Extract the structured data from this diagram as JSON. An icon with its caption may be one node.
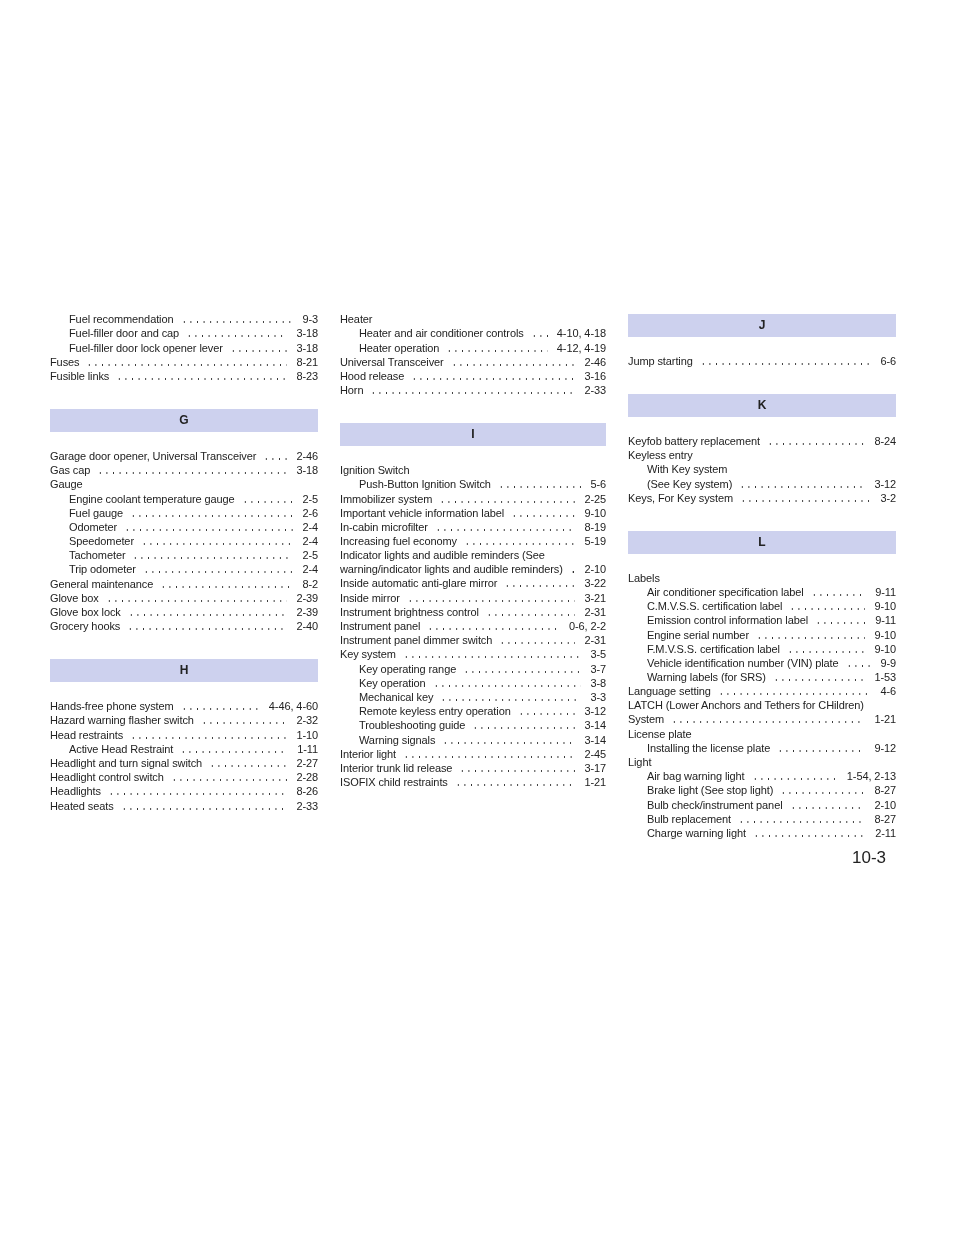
{
  "diagram": {
    "nodes": [
      {
        "text": [
          "G"
        ]
      },
      {
        "text": [
          "H"
        ]
      },
      {
        "text": [
          "I"
        ]
      },
      {
        "text": [
          "J"
        ]
      },
      {
        "text": [
          "K"
        ]
      },
      {
        "text": [
          "L"
        ]
      }
    ],
    "labels": [
      "Fuel recommendation",
      "9-3",
      "Fuel-filler door and cap",
      "3-18",
      "Fuel-filler door lock opener lever",
      "3-18",
      "Fuses",
      "8-21",
      "Fusible links",
      "8-23",
      "Garage door opener, Universal Transceiver",
      "2-46",
      "Gas cap",
      "3-18",
      "Gauge",
      "Engine coolant temperature gauge",
      "2-5",
      "Fuel gauge",
      "2-6",
      "Odometer",
      "2-4",
      "Speedometer",
      "2-4",
      "Tachometer",
      "2-5",
      "Trip odometer",
      "2-4",
      "General maintenance",
      "8-2",
      "Glove box",
      "2-39",
      "Glove box lock",
      "2-39",
      "Grocery hooks",
      "2-40",
      "Hands-free phone system",
      "4-46, 4-60",
      "Hazard warning flasher switch",
      "2-32",
      "Head restraints",
      "1-10",
      "Active Head Restraint",
      "1-11",
      "Headlight and turn signal switch",
      "2-27",
      "Headlight control switch",
      "2-28",
      "Headlights",
      "8-26",
      "Heated seats",
      "2-33",
      "Heater",
      "Heater and air conditioner controls",
      "4-10, 4-18",
      "Heater operation",
      "4-12, 4-19",
      "Universal Transceiver",
      "2-46",
      "Hood release",
      "3-16",
      "Horn",
      "2-33",
      "Ignition Switch",
      "Push-Button Ignition Switch",
      "5-6",
      "Immobilizer system",
      "2-25",
      "Important vehicle information label",
      "9-10",
      "In-cabin microfilter",
      "8-19",
      "Increasing fuel economy",
      "5-19",
      "Indicator lights and audible reminders (See warning/indicator lights and audible reminders)",
      "2-10",
      "Inside automatic anti-glare mirror",
      "3-22",
      "Inside mirror",
      "3-21",
      "Instrument brightness control",
      "2-31",
      "Instrument panel",
      "0-6, 2-2",
      "Instrument panel dimmer switch",
      "2-31",
      "Key system",
      "3-5",
      "Key operating range",
      "3-7",
      "Key operation",
      "3-8",
      "Mechanical key",
      "3-3",
      "Remote keyless entry operation",
      "3-12",
      "Troubleshooting guide",
      "3-14",
      "Warning signals",
      "3-14",
      "Interior light",
      "2-45",
      "Interior trunk lid release",
      "3-17",
      "ISOFIX child restraints",
      "1-21",
      "Jump starting",
      "6-6",
      "Keyfob battery replacement",
      "8-24",
      "Keyless entry",
      "With Key system",
      "(See Key system)",
      "3-12",
      "Keys, For Key system",
      "3-2",
      "Labels",
      "Air conditioner specification label",
      "9-11",
      "C.M.V.S.S. certification label",
      "9-10",
      "Emission control information label",
      "9-11",
      "Engine serial number",
      "9-10",
      "F.M.V.S.S. certification label",
      "9-10",
      "Vehicle identification number (VIN) plate",
      "9-9",
      "Warning labels (for SRS)",
      "1-53",
      "Language setting",
      "4-6",
      "LATCH (Lower Anchors and Tethers for CHildren) System",
      "1-21",
      "License plate",
      "Installing the license plate",
      "9-12",
      "Light",
      "Air bag warning light",
      "1-54, 2-13",
      "Brake light (See stop light)",
      "8-27",
      "Bulb check/instrument panel",
      "2-10",
      "Bulb replacement",
      "8-27",
      "Charge warning light",
      "2-11",
      "10-3"
    ]
  }
}
